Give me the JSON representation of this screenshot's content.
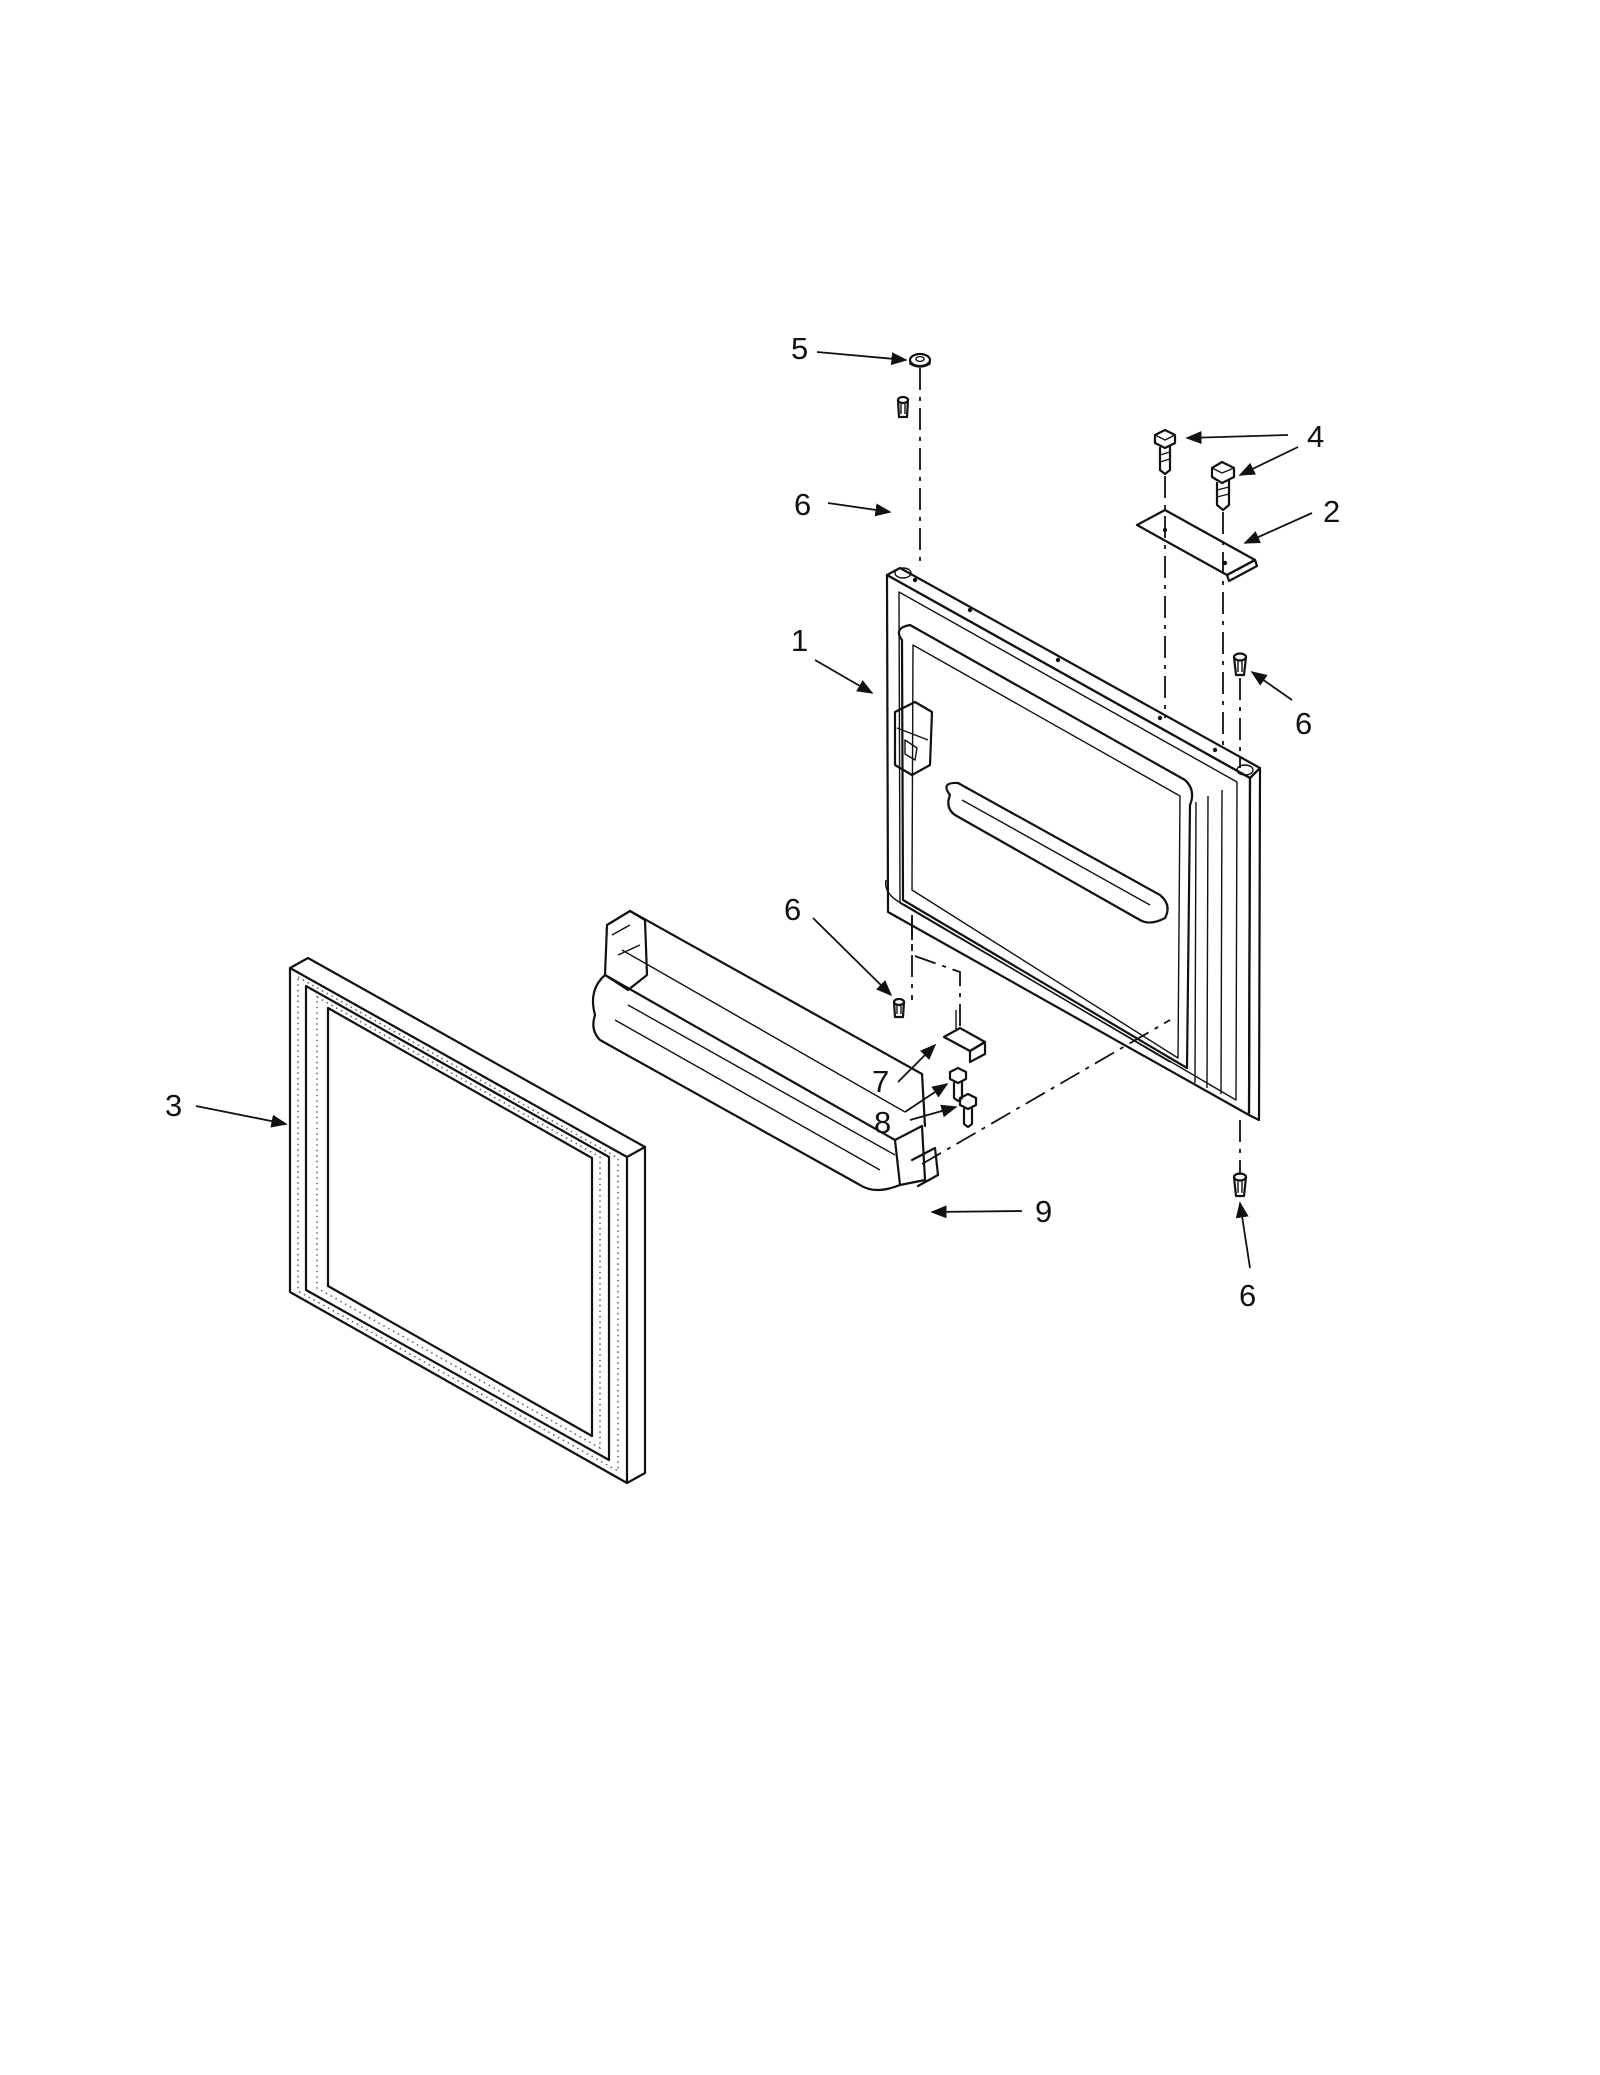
{
  "callouts": {
    "c1": "1",
    "c2": "2",
    "c3": "3",
    "c4": "4",
    "c5": "5",
    "c6a": "6",
    "c6b": "6",
    "c6c": "6",
    "c6d": "6",
    "c7": "7",
    "c8": "8",
    "c9": "9"
  }
}
